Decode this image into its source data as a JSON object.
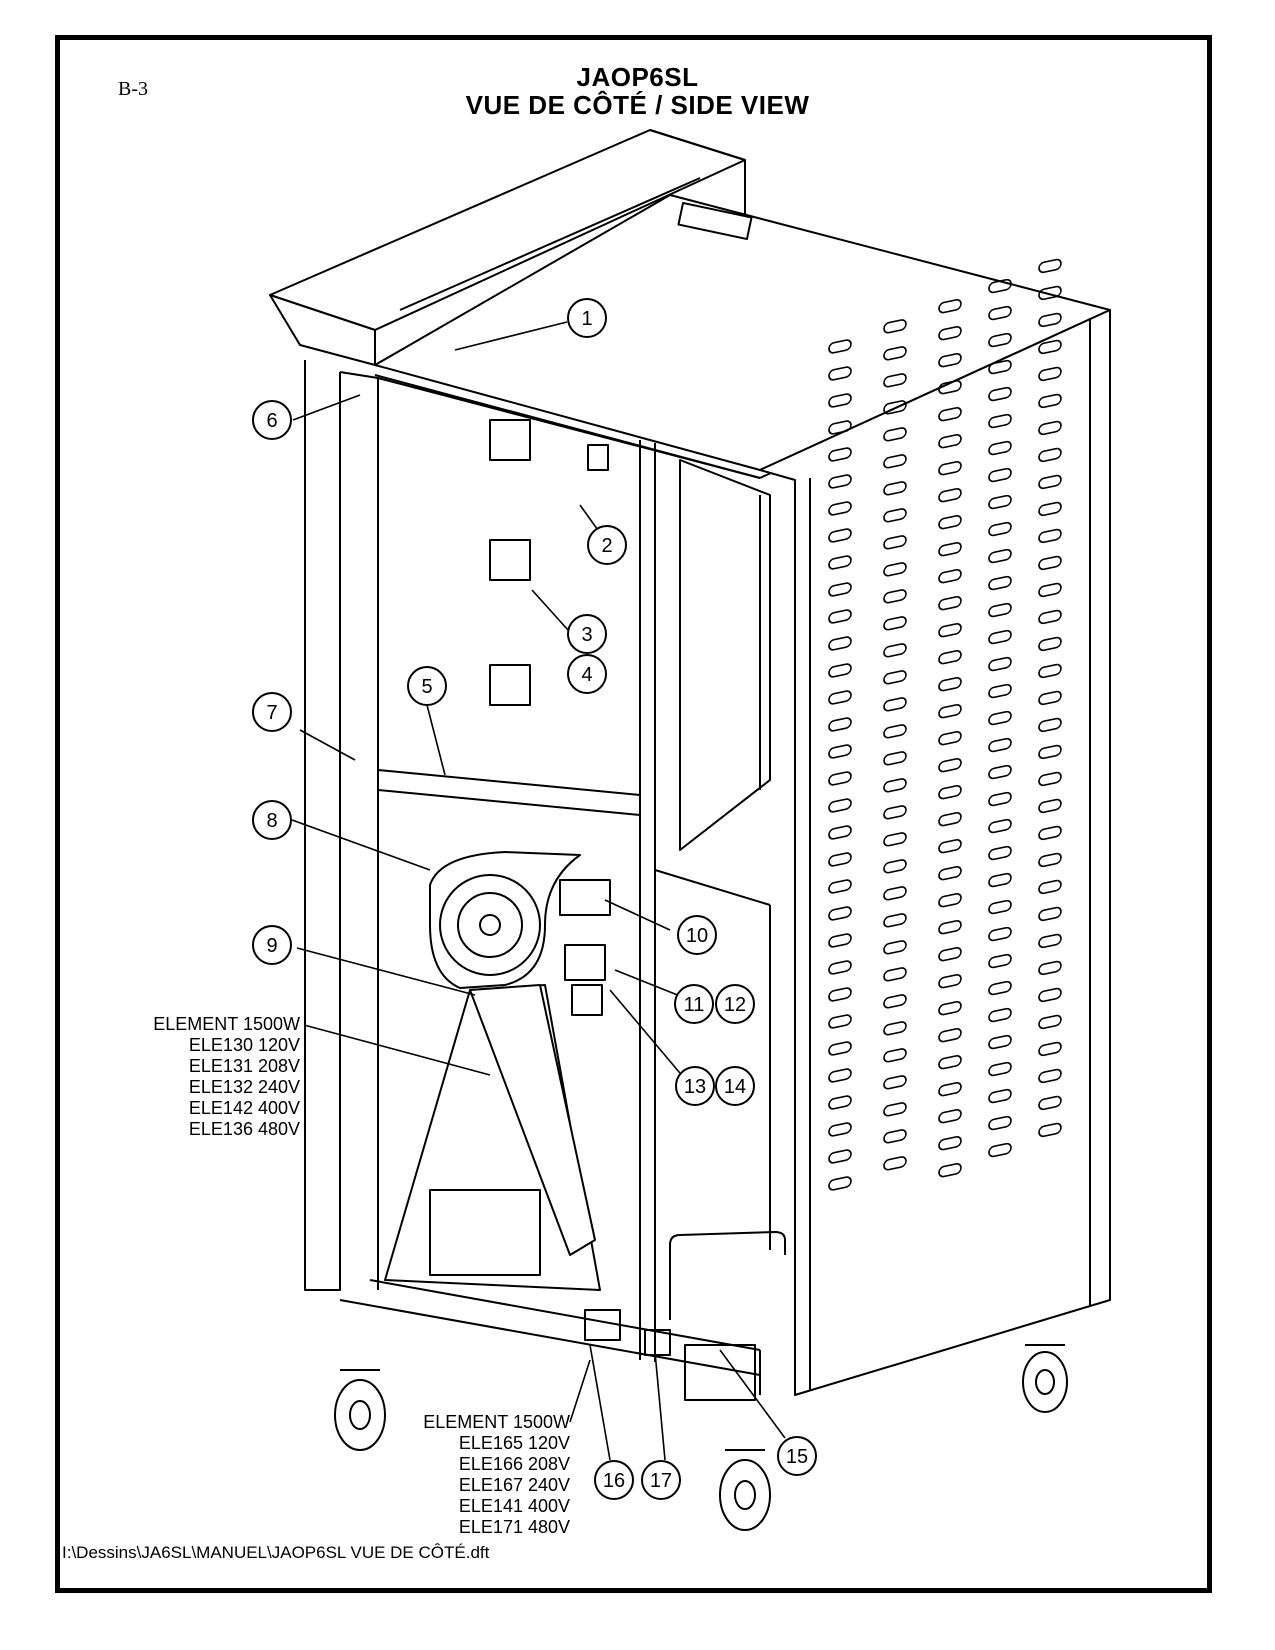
{
  "page_ref": "B-3",
  "title_line1": "JAOP6SL",
  "title_line2": "VUE DE CÔTÉ / SIDE VIEW",
  "callouts": [
    "1",
    "2",
    "3",
    "4",
    "5",
    "6",
    "7",
    "8",
    "9",
    "10",
    "11",
    "12",
    "13",
    "14",
    "15",
    "16",
    "17"
  ],
  "element_group_upper": {
    "heading": "ELEMENT 1500W",
    "models": [
      "ELE130 120V",
      "ELE131 208V",
      "ELE132 240V",
      "ELE142 400V",
      "ELE136 480V"
    ]
  },
  "element_group_lower": {
    "heading": "ELEMENT 1500W",
    "models": [
      "ELE165 120V",
      "ELE166 208V",
      "ELE167 240V",
      "ELE141 400V",
      "ELE171 480V"
    ]
  },
  "footer_path": "I:\\Dessins\\JA6SL\\MANUEL\\JAOP6SL VUE DE CÔTÉ.dft"
}
